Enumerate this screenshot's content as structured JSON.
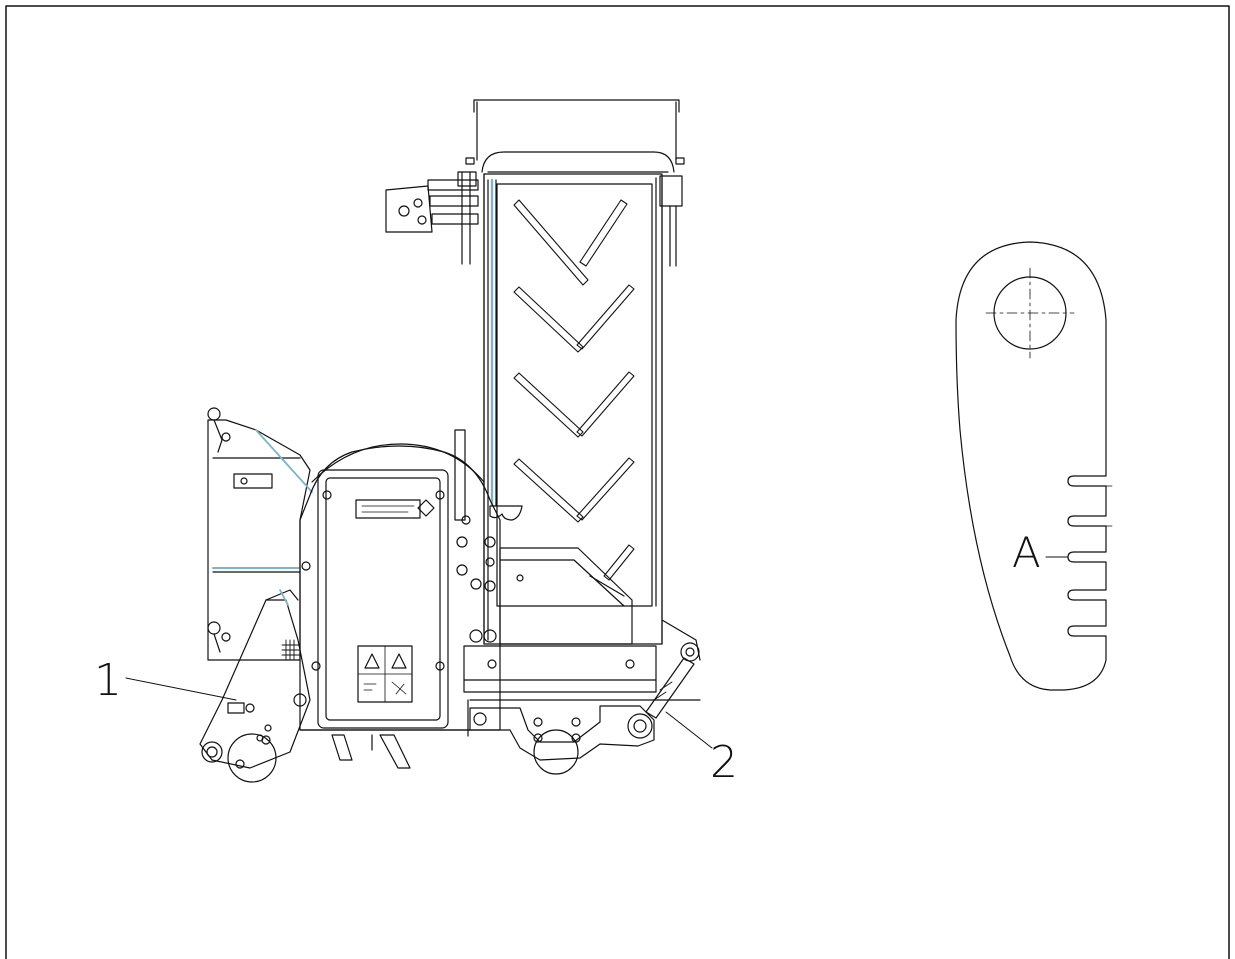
{
  "callouts": {
    "item_1": "1",
    "item_2": "2",
    "detail_a": "A"
  },
  "colors": {
    "line": "#111111",
    "hose_accent": "#7fb3c8",
    "background": "#ffffff"
  }
}
